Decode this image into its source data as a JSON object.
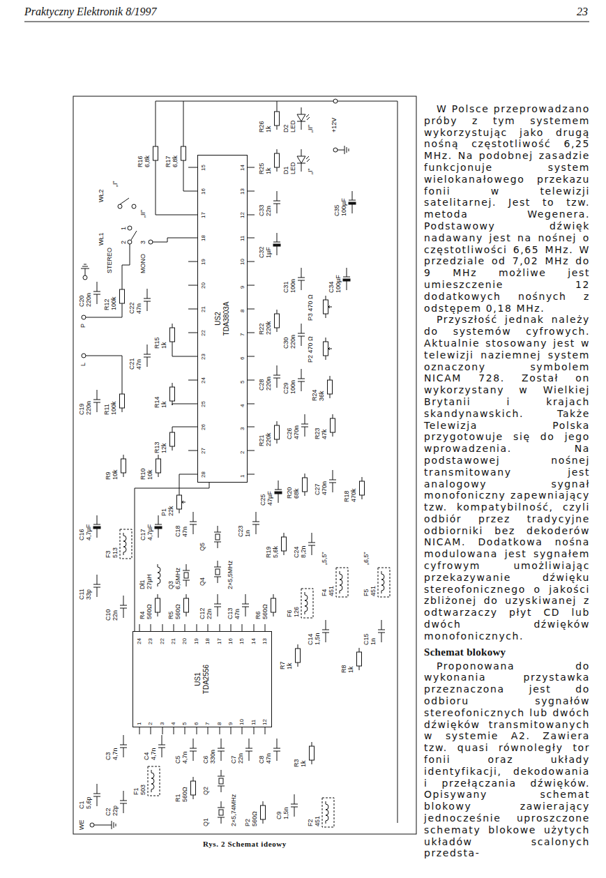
{
  "diagram": {
    "caption": "Rys. 2 Schemat ideowy",
    "nodes": [
      {
        "text": [
          "US2",
          "TDA3803A"
        ]
      },
      {
        "text": [
          "US1",
          "TDA2556"
        ]
      }
    ],
    "edges": [
      {
        "from": 1,
        "to": 0,
        "arrow": "none"
      }
    ],
    "labels": [
      "Praktyczny Elektronik 8/1997",
      "23",
      "WŁ2",
      "„I”",
      "„II”",
      "R16 6,8k",
      "R17 6,8k",
      "WŁ1",
      "STEREO",
      "1",
      "2",
      "3",
      "MONO",
      "C20 220n",
      "R12 100k",
      "C22 47n",
      "P",
      "L",
      "R15 1k",
      "C21 47n",
      "C19 220n",
      "R11 100k",
      "R14 1k",
      "R13 12k",
      "P1 22k",
      "R26 1k",
      "D2 LED",
      "„II”",
      "+12V",
      "R25 1k",
      "D1 LED",
      "„I”",
      "C33 22n",
      "C35 100µF",
      "C32 1µF",
      "C31 100n",
      "C34 100µF",
      "P3 470 Ω",
      "R22 220k",
      "C30 220n",
      "P2 470 Ω",
      "C28 220n",
      "C29 100n",
      "R24 36k",
      "R21 220k",
      "C26 470n",
      "R23 47k",
      "C25 47µF",
      "R20 68k",
      "C27 470n",
      "R18 470k",
      "R9 10k",
      "R10 10k",
      "C16 4,7µF",
      "C17 4,7µF",
      "C18 47n",
      "C23 1n",
      "R19 5,6k",
      "C24 8,2n",
      "F3 513",
      "Q5",
      "„5,5”",
      "„6,5”",
      "Dł1 27µH",
      "Q3 6,5MHz",
      "Q4",
      "2×5,5MHz",
      "F4 451",
      "F5 451",
      "C11 33p",
      "C10 22n",
      "R4 560Ω",
      "R5 560Ω",
      "C12 22n",
      "C13 47n",
      "R6 560Ω",
      "F6 126",
      "C14 1,5n",
      "C15 1n",
      "R7 1k",
      "R8 1k",
      "C3 4,7n",
      "C4 4,7n",
      "C5 4,7n",
      "C6 330n",
      "C7 22n",
      "C8 47n",
      "R3 1k",
      "F1 503",
      "R1 560Ω",
      "Q2",
      "C1 5,6p",
      "C2 22p",
      "C9 1,5n",
      "Q1",
      "2×5,74MHz",
      "P2 560Ω",
      "F2 451",
      "WE",
      "W Polsce przeprowadzano próby z tym systemem wykorzystując jako drugą nośną częstotliwość 6,25 MHz. Na podobnej zasadzie funkcjonuje system wielokanałowego przekazu fonii w telewizji satelitarnej. Jest to tzw. metoda Wegenera. Podstawowy dźwięk nadawany jest na nośnej o częstotliwości 6,65 MHz. W przedziale od 7,02 MHz do 9 MHz możliwe jest umieszczenie 12 dodatkowych nośnych z odstępem 0,18 MHz.",
      "Przyszłość jednak należy do systemów cyfrowych. Aktualnie stosowany jest w telewizji naziemnej system oznaczony symbolem NICAM 728. Został on wykorzystany w Wielkiej Brytanii i krajach skandynawskich. Także Telewizja Polska przygotowuje się do jego wprowadzenia. Na podstawowej nośnej transmitowany jest analogowy sygnał monofoniczny zapewniający tzw. kompatybilność, czyli odbiór przez tradycyjne odbiorniki bez dekoderów NICAM. Dodatkowa nośna modulowana jest sygnałem cyfrowym umożliwiając przekazywanie dźwięku stereofonicznego o jakości zbliżonej do uzyskiwanej z odtwarzaczy płyt CD lub dwóch dźwięków monofonicznych.",
      "Schemat blokowy",
      "Proponowana do wykonania przystawka przeznaczona jest do odbioru sygnałów stereofonicznych lub dwóch dźwięków transmitowanych w systemie A2. Zawiera tzw. quasi równoległy tor fonii oraz układy identyfikacji, dekodowania i przełączania dźwięków. Opisywany schemat blokowy zawierający jednocześnie uproszczone schematy blokowe użytych układów scalonych przedsta-",
      "15",
      "16",
      "17",
      "18",
      "19",
      "20",
      "21",
      "22",
      "23",
      "24",
      "25",
      "26",
      "27",
      "28",
      "14",
      "13",
      "12",
      "11",
      "10",
      "9",
      "8",
      "7",
      "6",
      "5",
      "4",
      "3",
      "2",
      "1",
      "24",
      "23",
      "22",
      "21",
      "20",
      "19",
      "18",
      "17",
      "16",
      "15",
      "14",
      "13",
      "1",
      "2",
      "3",
      "4",
      "5",
      "6",
      "7",
      "8",
      "9",
      "10",
      "11",
      "12"
    ]
  }
}
